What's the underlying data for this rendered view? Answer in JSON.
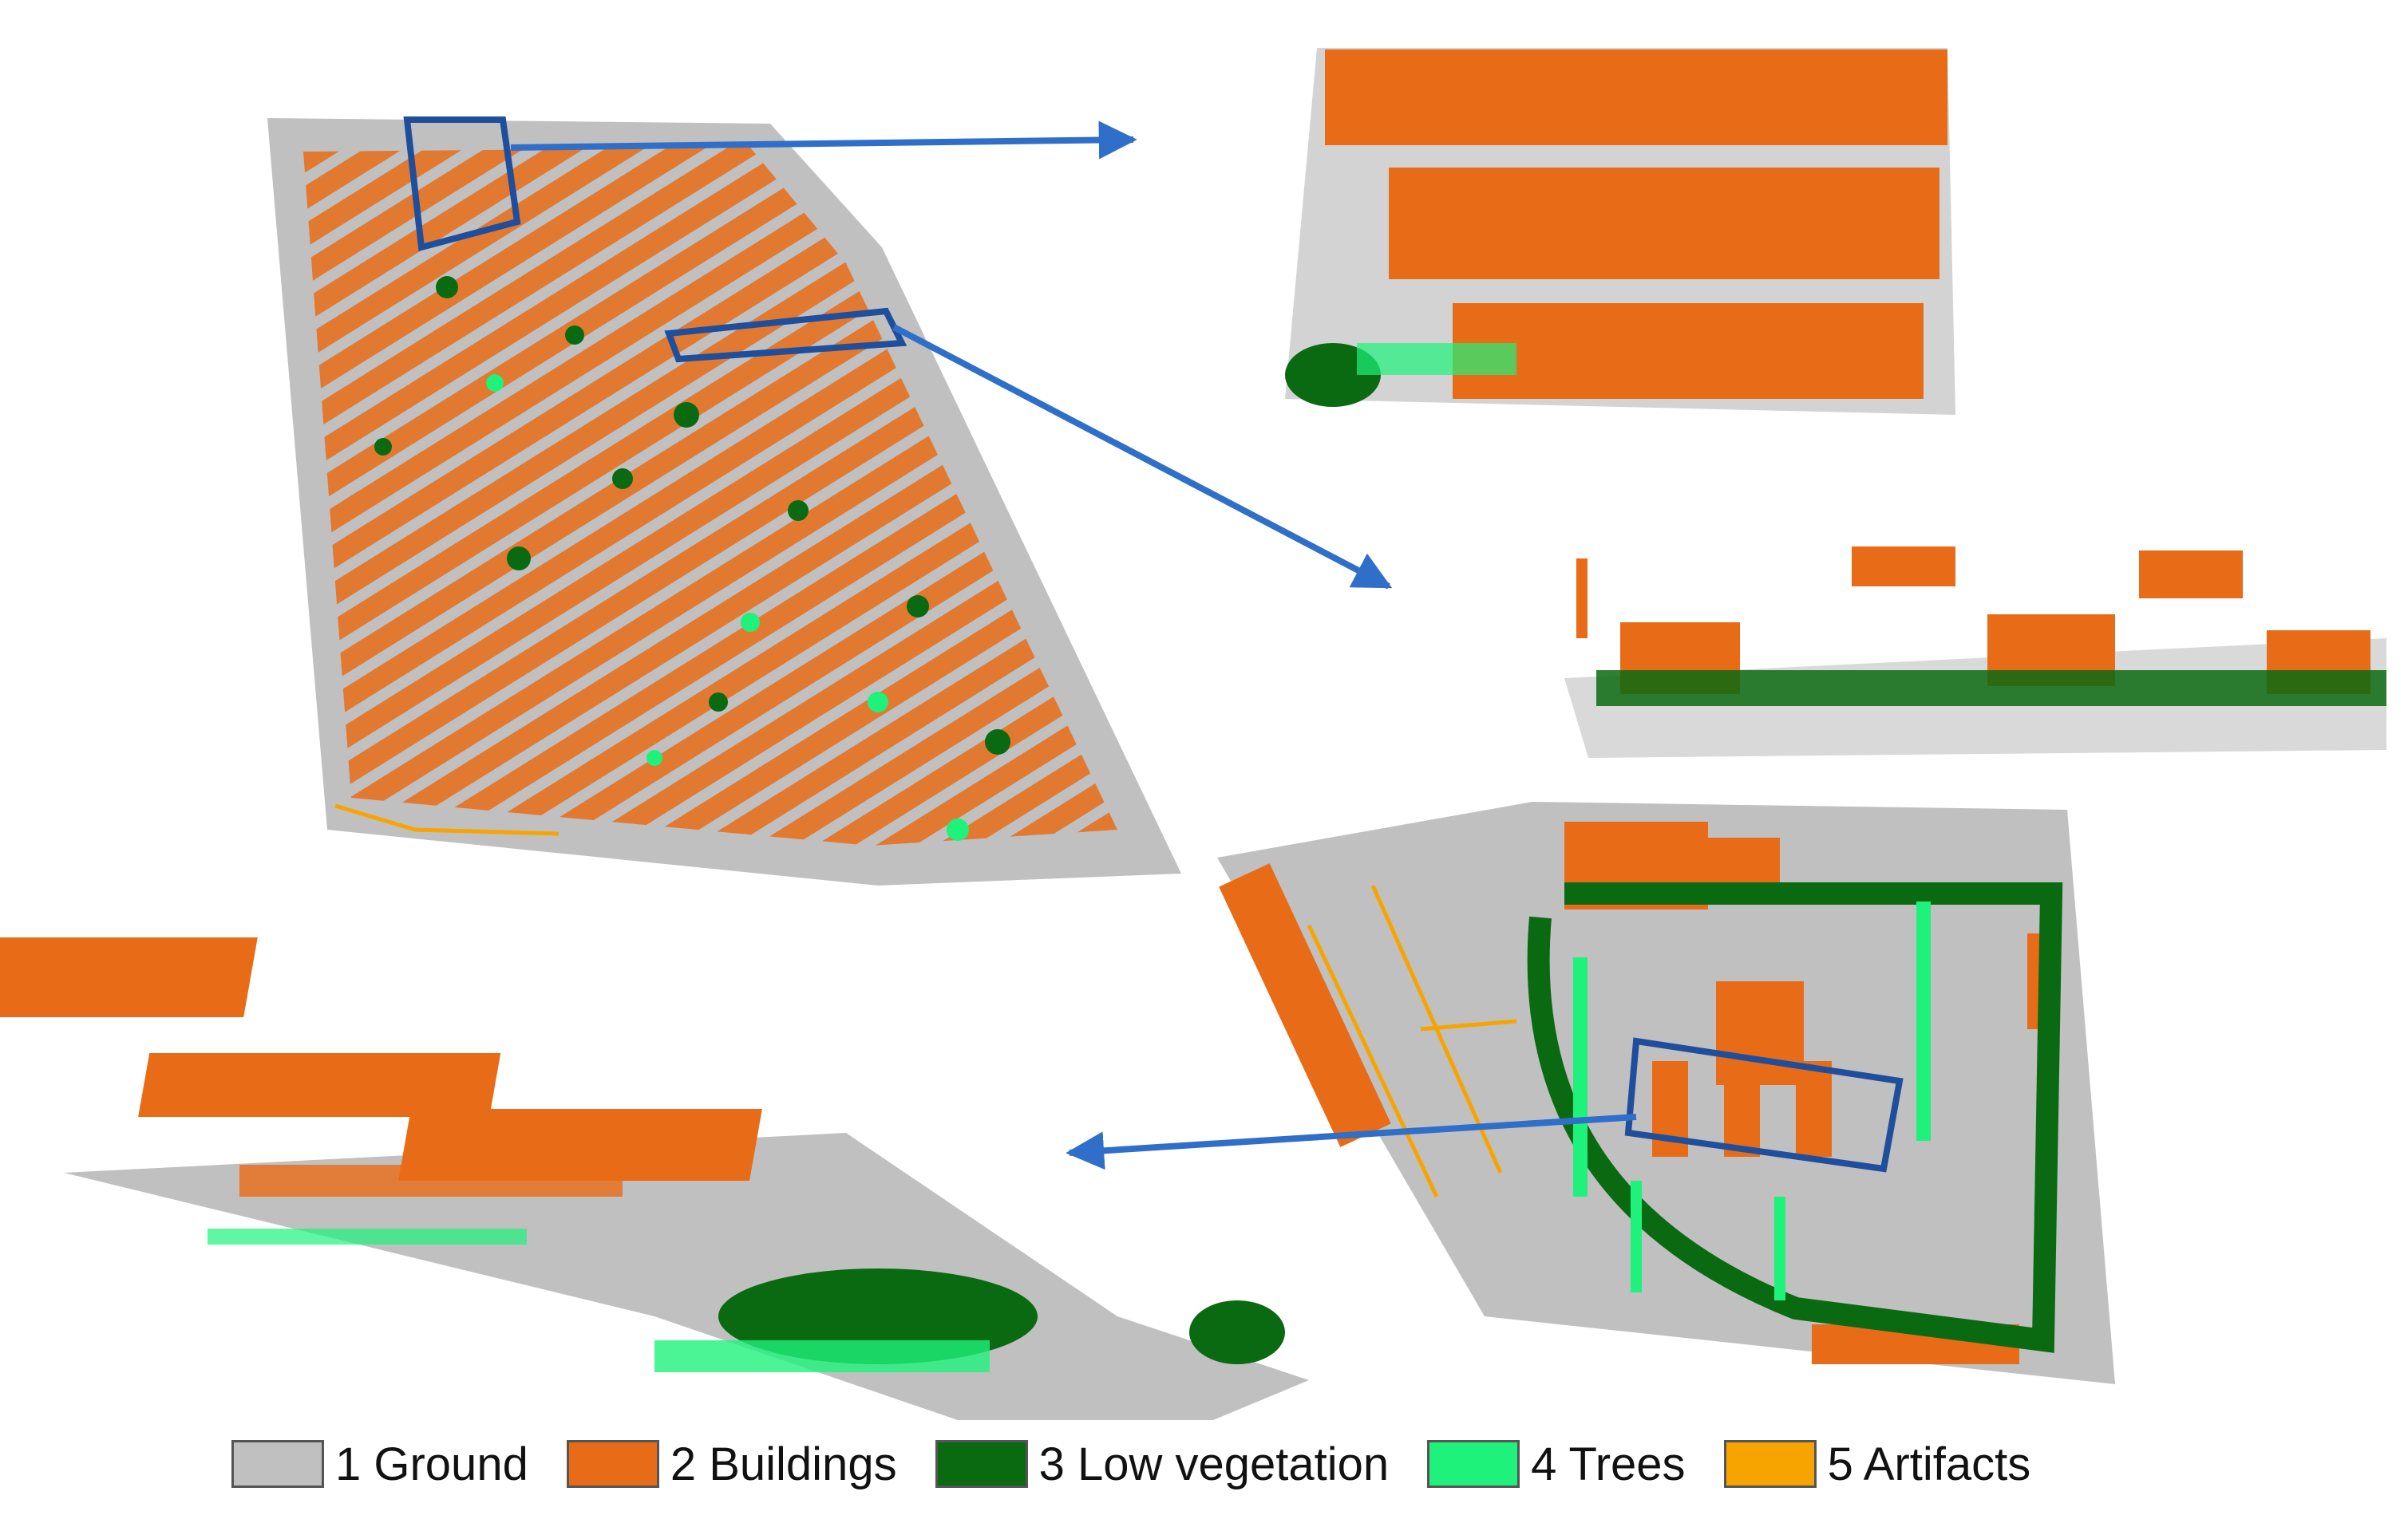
{
  "colors": {
    "ground": "#c0c0c0",
    "buildings": "#e86c17",
    "low_vegetation": "#0a6a12",
    "trees": "#1ef27a",
    "artifacts": "#f7a400",
    "highlight_box": "#1f4f9c",
    "arrow": "#2f6fc9"
  },
  "legend": [
    {
      "label": "1 Ground",
      "color": "#c0c0c0",
      "icon": "ground-swatch"
    },
    {
      "label": "2 Buildings",
      "color": "#e86c17",
      "icon": "buildings-swatch"
    },
    {
      "label": "3 Low vegetation",
      "color": "#0a6a12",
      "icon": "low-vegetation-swatch"
    },
    {
      "label": "4 Trees",
      "color": "#1ef27a",
      "icon": "trees-swatch"
    },
    {
      "label": "5 Artifacts",
      "color": "#f7a400",
      "icon": "artifacts-swatch"
    }
  ]
}
